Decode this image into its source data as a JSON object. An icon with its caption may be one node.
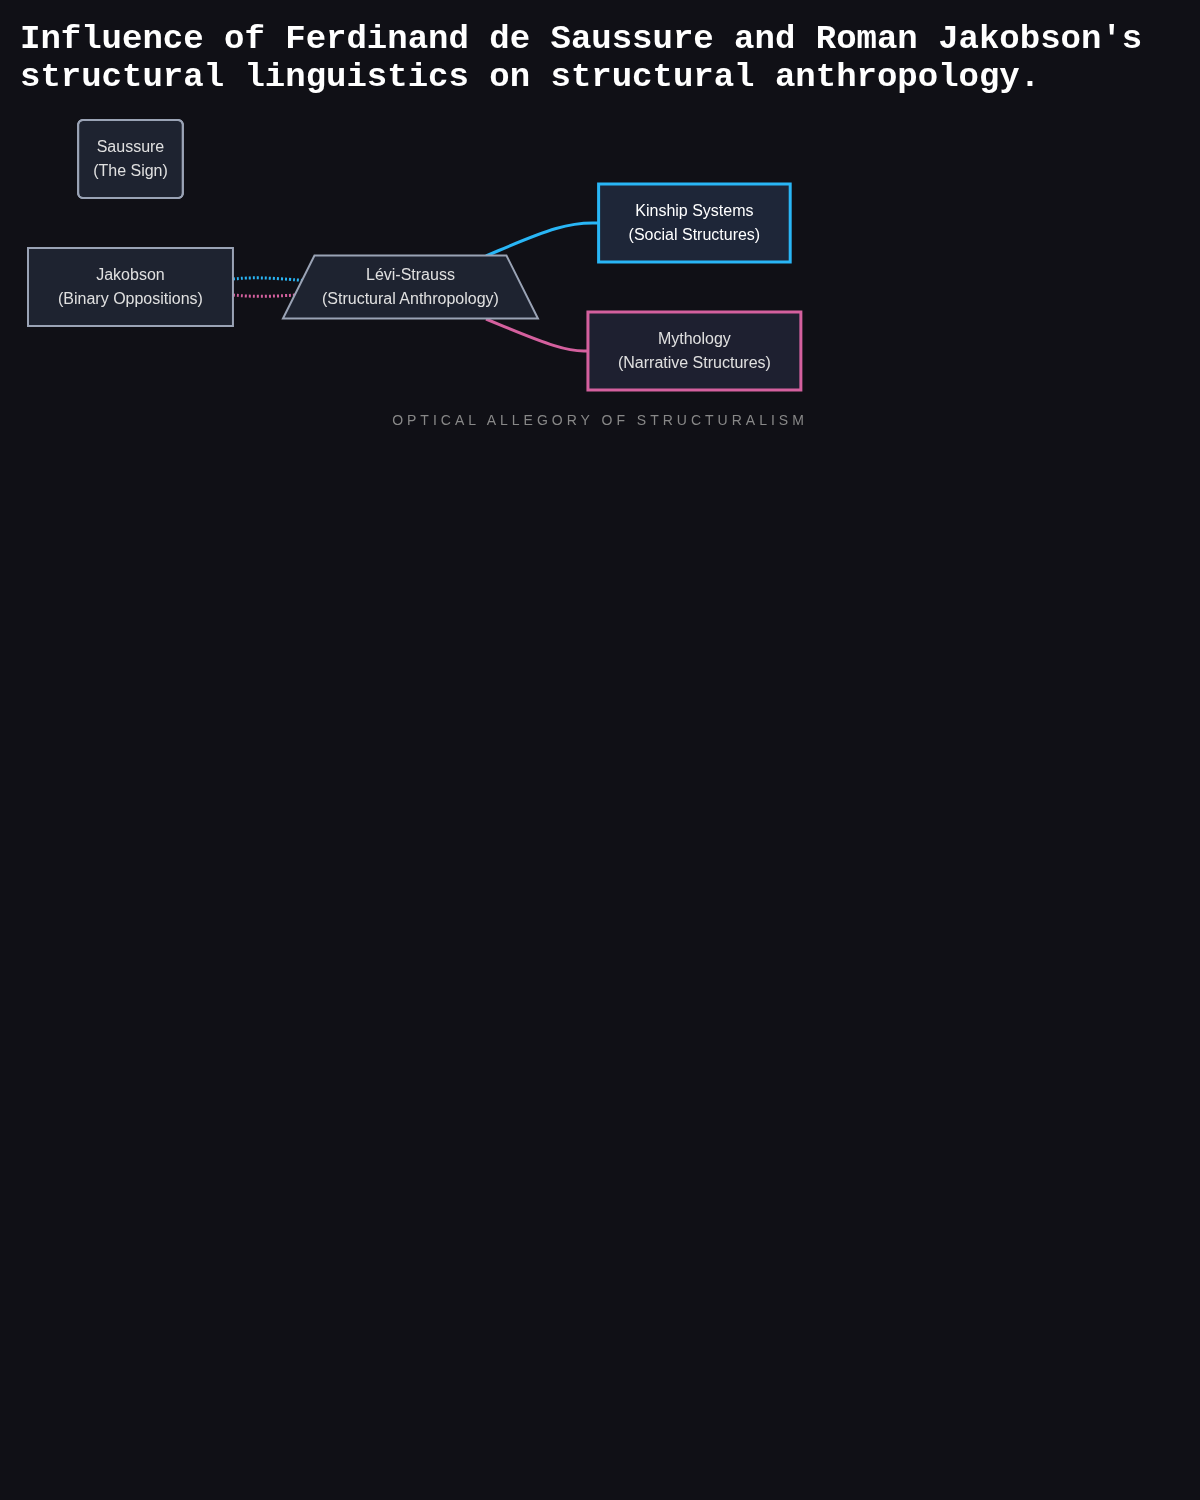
{
  "diagram": {
    "title": "Influence of Ferdinand de Saussure and Roman Jakobson's structural linguistics on structural anthropology.",
    "nodes": [
      {
        "text": [
          "Saussure",
          "(The Sign)"
        ]
      },
      {
        "text": [
          "Jakobson",
          "(Binary Oppositions)"
        ]
      },
      {
        "text": [
          "Lévi-Strauss",
          "(Structural Anthropology)"
        ]
      },
      {
        "text": [
          "Kinship Systems",
          "(Social Structures)"
        ]
      },
      {
        "text": [
          "Mythology",
          "(Narrative Structures)"
        ]
      }
    ],
    "edges": [
      {
        "from": 1,
        "to": 2,
        "arrow": "none",
        "style": "dashed",
        "color": "#29b6f6"
      },
      {
        "from": 1,
        "to": 2,
        "arrow": "none",
        "style": "dashed",
        "color": "#d4609e"
      },
      {
        "from": 2,
        "to": 3,
        "arrow": "none",
        "color": "#29b6f6"
      },
      {
        "from": 2,
        "to": 4,
        "arrow": "none",
        "color": "#d4609e"
      }
    ],
    "labels": [
      "OPTICAL ALLEGORY OF STRUCTURALISM"
    ]
  }
}
